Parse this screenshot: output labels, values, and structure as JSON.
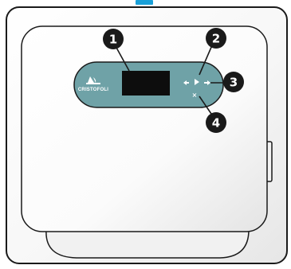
{
  "device": {
    "brand": "CRISTOFOLI",
    "brand_icon": "cristofoli-logo-icon",
    "panel_color": "#6fa2a7",
    "accent_color": "#1aa0d8"
  },
  "controls": {
    "display": "display-screen",
    "key_up": "triangle-right-icon",
    "key_left": "arrow-left-icon",
    "key_enter": "arrow-right-icon",
    "key_cancel": "x-icon",
    "key_cancel_glyph": "×"
  },
  "callouts": [
    {
      "label": "1"
    },
    {
      "label": "2"
    },
    {
      "label": "3"
    },
    {
      "label": "4"
    }
  ]
}
